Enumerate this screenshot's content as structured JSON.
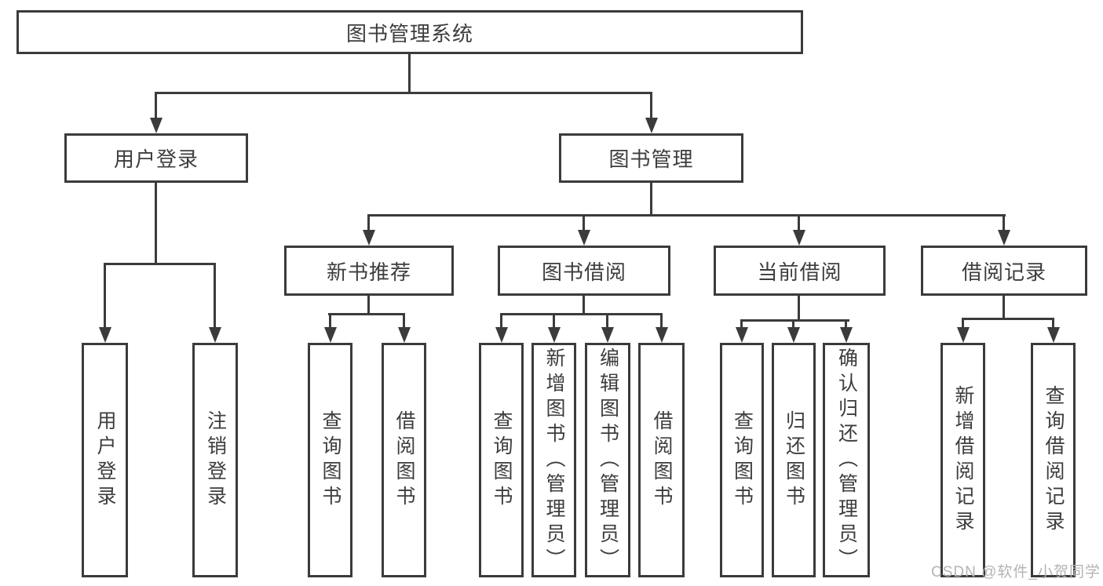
{
  "tree": {
    "label": "图书管理系统",
    "children": [
      {
        "label": "用户登录",
        "children": [
          {
            "label": "用户登录"
          },
          {
            "label": "注销登录"
          }
        ]
      },
      {
        "label": "图书管理",
        "children": [
          {
            "label": "新书推荐",
            "children": [
              {
                "label": "查询图书"
              },
              {
                "label": "借阅图书"
              }
            ]
          },
          {
            "label": "图书借阅",
            "children": [
              {
                "label": "查询图书"
              },
              {
                "label": "新增图书（管理员）"
              },
              {
                "label": "编辑图书（管理员）"
              },
              {
                "label": "借阅图书"
              }
            ]
          },
          {
            "label": "当前借阅",
            "children": [
              {
                "label": "查询图书"
              },
              {
                "label": "归还图书"
              },
              {
                "label": "确认归还（管理员）"
              }
            ]
          },
          {
            "label": "借阅记录",
            "children": [
              {
                "label": "新增借阅记录"
              },
              {
                "label": "查询借阅记录"
              }
            ]
          }
        ]
      }
    ]
  },
  "watermark": {
    "text": "CSDN @软件_小贺同学"
  },
  "colors": {
    "line": "#3b3b3b",
    "text": "#3d3d3d",
    "watermark": "#b3b3b3",
    "background": "#ffffff"
  }
}
